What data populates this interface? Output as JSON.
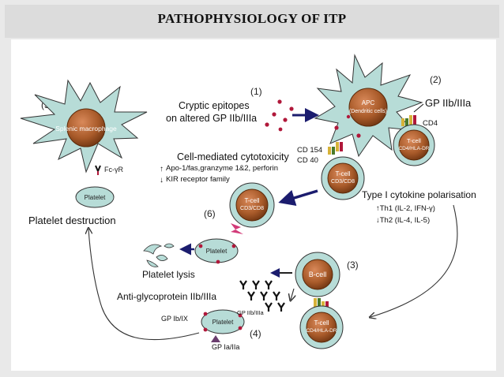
{
  "title": "PATHOPHYSIOLOGY OF ITP",
  "diagram": {
    "step_numbers": [
      "(1)",
      "(2)",
      "(3)",
      "(4)",
      "(5)",
      "(6)"
    ],
    "step1": {
      "line1": "Cryptic epitopes",
      "line2": "on altered GP IIb/IIIa"
    },
    "apc": {
      "label1": "APC",
      "label2": "(Dendritic cells)"
    },
    "gp_iib_iiia_label": "GP IIb/IIIa",
    "cd4_label": "CD4",
    "tcell_right": {
      "label1": "T-cell",
      "label2": "CD4/HLA-DR"
    },
    "cd154_label": "CD 154",
    "cd40_label": "CD 40",
    "tcell_mid": {
      "label1": "T-cell",
      "label2": "CD3/CD8"
    },
    "cytotoxicity": {
      "title": "Cell-mediated cytotoxicity",
      "line1": "Apo-1/fas,granzyme 1&2, perforin",
      "line2": "KIR receptor family",
      "arrow_up": "↑",
      "arrow_down": "↓"
    },
    "tcell_left": {
      "label1": "T-cell",
      "label2": "CD3/CD8"
    },
    "type1": {
      "title": "Type I cytokine polarisation",
      "line1": "↑Th1 (IL-2, IFN-γ)",
      "line2": "↓Th2 (IL-4, IL-5)"
    },
    "macrophage_label": "Splenic macrophage",
    "fc_receptor_label": "Fc-γR",
    "platelet_label": "Platelet",
    "platelet_destruction": "Platelet destruction",
    "platelet_lysis": "Platelet lysis",
    "bcell_label": "B-cell",
    "tcell_bottom": {
      "label1": "T-cell",
      "label2": "CD4/HLA-DR"
    },
    "anti_gp_label": "Anti-glycoprotein IIb/IIIa",
    "gp_ibix_label": "GP Ib/IX",
    "gp_iibiiia_small": "GP IIb/IIIa",
    "gp_iaiia_label": "GP Ia/IIa",
    "colors": {
      "cell_fill": "#b7dcd7",
      "nucleus": "#a95b2a",
      "arrow": "#1b1c6e",
      "dot": "#b0183a"
    }
  }
}
